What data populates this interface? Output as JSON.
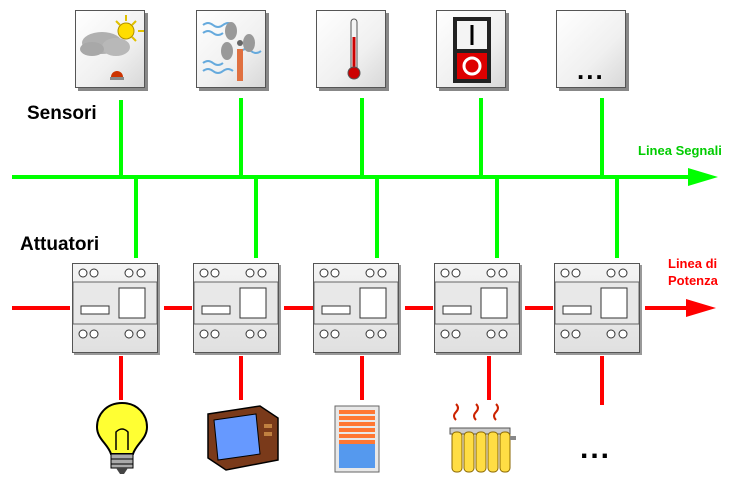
{
  "labels": {
    "sensori": "Sensori",
    "attuatori": "Attuatori",
    "linea_segnali": "Linea Segnali",
    "linea_potenza_1": "Linea di",
    "linea_potenza_2": "Potenza",
    "ellipsis_sensor": "...",
    "ellipsis_device": "..."
  },
  "colors": {
    "signal_line": "#00ff00",
    "signal_label": "#00cc00",
    "power_line": "#ff0000",
    "power_label": "#ff0000"
  },
  "sensors": [
    {
      "icon": "weather-icon"
    },
    {
      "icon": "anemometer-icon"
    },
    {
      "icon": "thermometer-icon"
    },
    {
      "icon": "switch-icon"
    },
    {
      "icon": "more-icon"
    }
  ],
  "devices": [
    {
      "icon": "lightbulb-icon"
    },
    {
      "icon": "tv-icon"
    },
    {
      "icon": "blinds-icon"
    },
    {
      "icon": "radiator-icon"
    },
    {
      "icon": "more-icon"
    }
  ]
}
